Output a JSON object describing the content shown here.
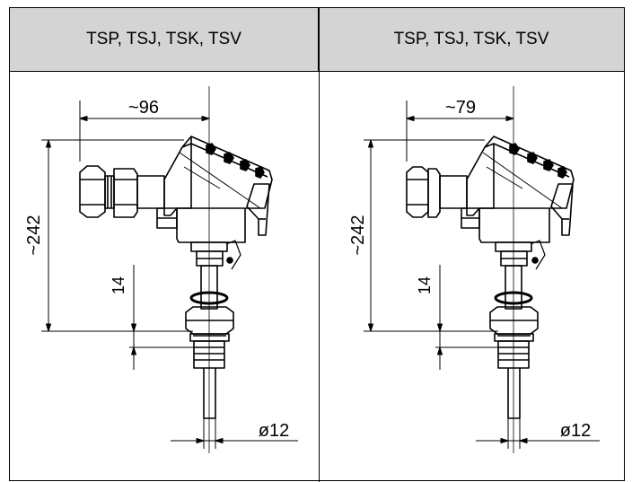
{
  "table": {
    "headers": [
      "TSP, TSJ, TSK, TSV",
      "TSP, TSJ, TSK, TSV"
    ]
  },
  "left_drawing": {
    "width_dim": "~96",
    "height_dim": "~242",
    "thread_dim": "14",
    "diameter_dim": "ø12"
  },
  "right_drawing": {
    "width_dim": "~79",
    "height_dim": "~242",
    "thread_dim": "14",
    "diameter_dim": "ø12"
  }
}
